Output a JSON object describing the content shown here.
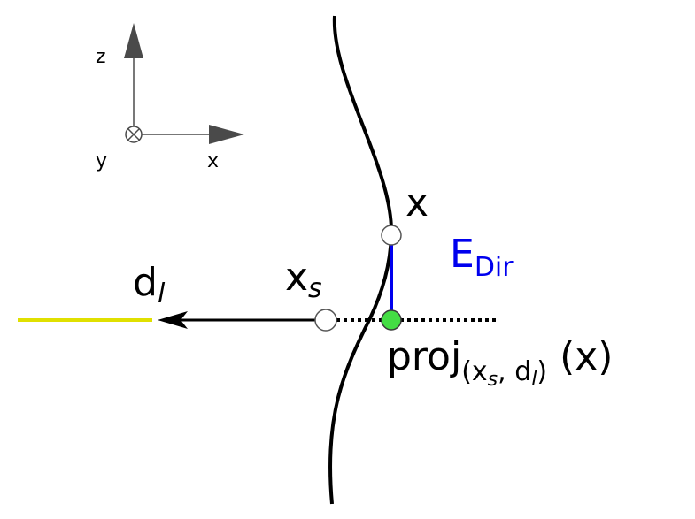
{
  "diagram": {
    "axes": {
      "z_label": "z",
      "x_label": "x",
      "y_label": "y"
    },
    "labels": {
      "point_x": "x",
      "edir_main": "E",
      "edir_sub": "Dir",
      "ray_dir_main": "d",
      "ray_dir_sub": "l",
      "source_main": "x",
      "source_sub": "s",
      "proj_main": "proj",
      "proj_sub_open": "(x",
      "proj_sub_s": "s",
      "proj_sub_comma_d": ", d",
      "proj_sub_l": "l",
      "proj_sub_close": ")",
      "proj_arg": " (x)"
    },
    "colors": {
      "line": "#000000",
      "ray_highlight": "#e0e000",
      "distance": "#0000ee",
      "projection_point": "#44dd44",
      "axis_arrow": "#4a4a4a"
    }
  }
}
